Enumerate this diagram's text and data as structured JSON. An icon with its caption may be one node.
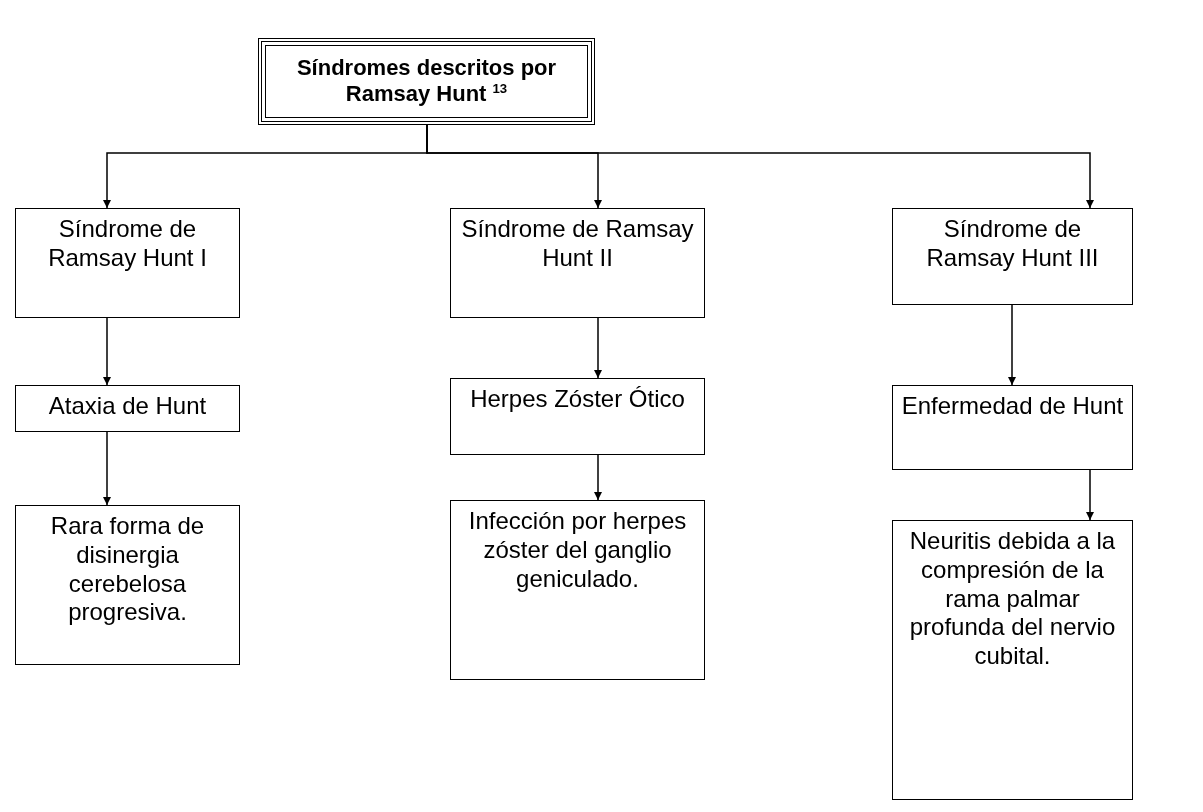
{
  "diagram": {
    "nodes": [
      {
        "text": [
          "Síndromes descritos por Ramsay Hunt $^{13}$"
        ]
      },
      {
        "text": [
          "Síndrome de Ramsay Hunt I"
        ]
      },
      {
        "text": [
          "Síndrome de Ramsay Hunt II"
        ]
      },
      {
        "text": [
          "Síndrome de Ramsay Hunt III"
        ]
      },
      {
        "text": [
          "Ataxia de Hunt"
        ]
      },
      {
        "text": [
          "Herpes Zóster Ótico"
        ]
      },
      {
        "text": [
          "Enfermedad de Hunt"
        ]
      },
      {
        "text": [
          "Rara forma de disinergia cerebelosa progresiva."
        ]
      },
      {
        "text": [
          "Infección por herpes zóster del ganglio geniculado."
        ]
      },
      {
        "text": [
          "Neuritis debida a la compresión de la rama palmar profunda del nervio cubital."
        ]
      }
    ],
    "edges": [
      {
        "from": 0,
        "to": 1,
        "arrow": "to"
      },
      {
        "from": 0,
        "to": 2,
        "arrow": "to"
      },
      {
        "from": 0,
        "to": 3,
        "arrow": "to"
      },
      {
        "from": 1,
        "to": 4,
        "arrow": "to"
      },
      {
        "from": 4,
        "to": 7,
        "arrow": "to"
      },
      {
        "from": 2,
        "to": 5,
        "arrow": "to"
      },
      {
        "from": 5,
        "to": 8,
        "arrow": "to"
      },
      {
        "from": 3,
        "to": 6,
        "arrow": "to"
      },
      {
        "from": 6,
        "to": 9,
        "arrow": "to"
      }
    ]
  }
}
